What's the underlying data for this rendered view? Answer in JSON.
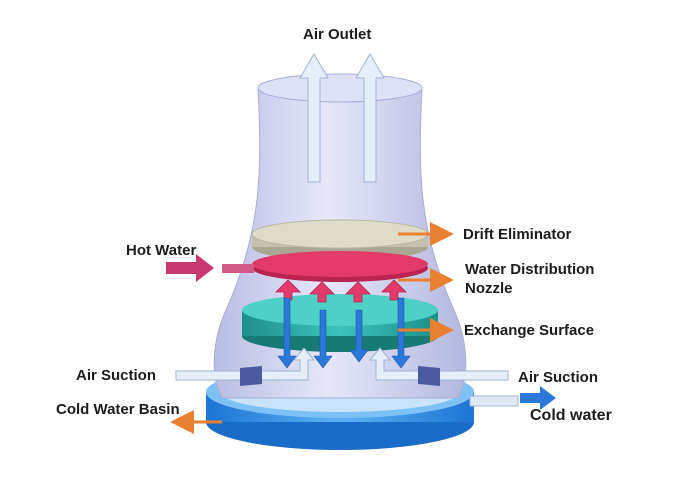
{
  "labels": {
    "air_outlet": "Air Outlet",
    "drift_eliminator": "Drift Eliminator",
    "hot_water": "Hot Water",
    "water_distribution_nozzle_line1": "Water Distribution",
    "water_distribution_nozzle_line2": "Nozzle",
    "exchange_surface": "Exchange Surface",
    "air_suction_left": "Air Suction",
    "air_suction_right": "Air Suction",
    "cold_water_basin": "Cold Water Basin",
    "cold_water": "Cold water"
  },
  "colors": {
    "tower_body": "#c9cdec",
    "basin": "#2f8ee6",
    "drift_eliminator": "#d9d8c4",
    "nozzle": "#e23a6a",
    "exchange_surface": "#2fa9a3",
    "pointer_arrow": "#e97f30",
    "hot_water_arrow": "#c8386e",
    "water_flow_arrow": "#2c78d8",
    "air_flow_arrow": "#e3ecf8"
  }
}
